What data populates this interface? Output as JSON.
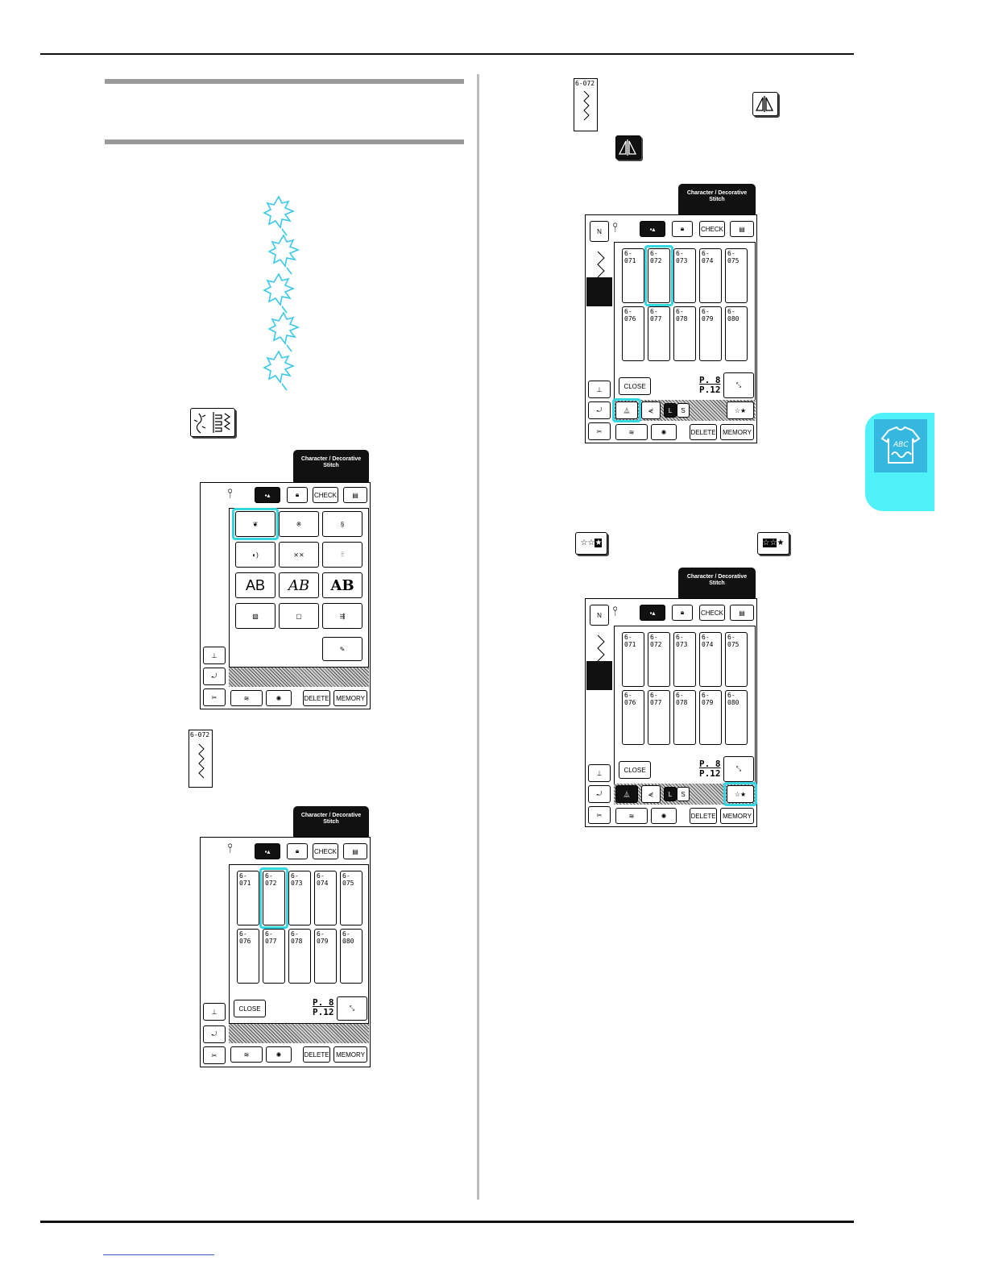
{
  "screens": {
    "tab_title_line1": "Character / Decorative",
    "tab_title_line2": "Stitch",
    "check_label": "CHECK",
    "delete_label": "DELETE",
    "memory_label": "MEMORY",
    "close_label": "CLOSE",
    "page_current": "P. 8",
    "page_total": "P.12",
    "size_large": "L",
    "size_small": "S",
    "font_row": [
      "AB",
      "AB",
      "AB"
    ],
    "stitch_codes_row1": [
      "6-071",
      "6-072",
      "6-073",
      "6-074",
      "6-075"
    ],
    "stitch_codes_row2": [
      "6-076",
      "6-077",
      "6-078",
      "6-079",
      "6-080"
    ]
  },
  "thumb_left": {
    "code": "6-072"
  },
  "thumb_right": {
    "code": "6-072"
  },
  "colors": {
    "accent": "#35d6e4",
    "side_tab": "#4ef2f8",
    "side_icon": "#35b8e0",
    "leaf": "#3cc8e8"
  },
  "side_tab": {
    "icon_text": "ABC"
  }
}
